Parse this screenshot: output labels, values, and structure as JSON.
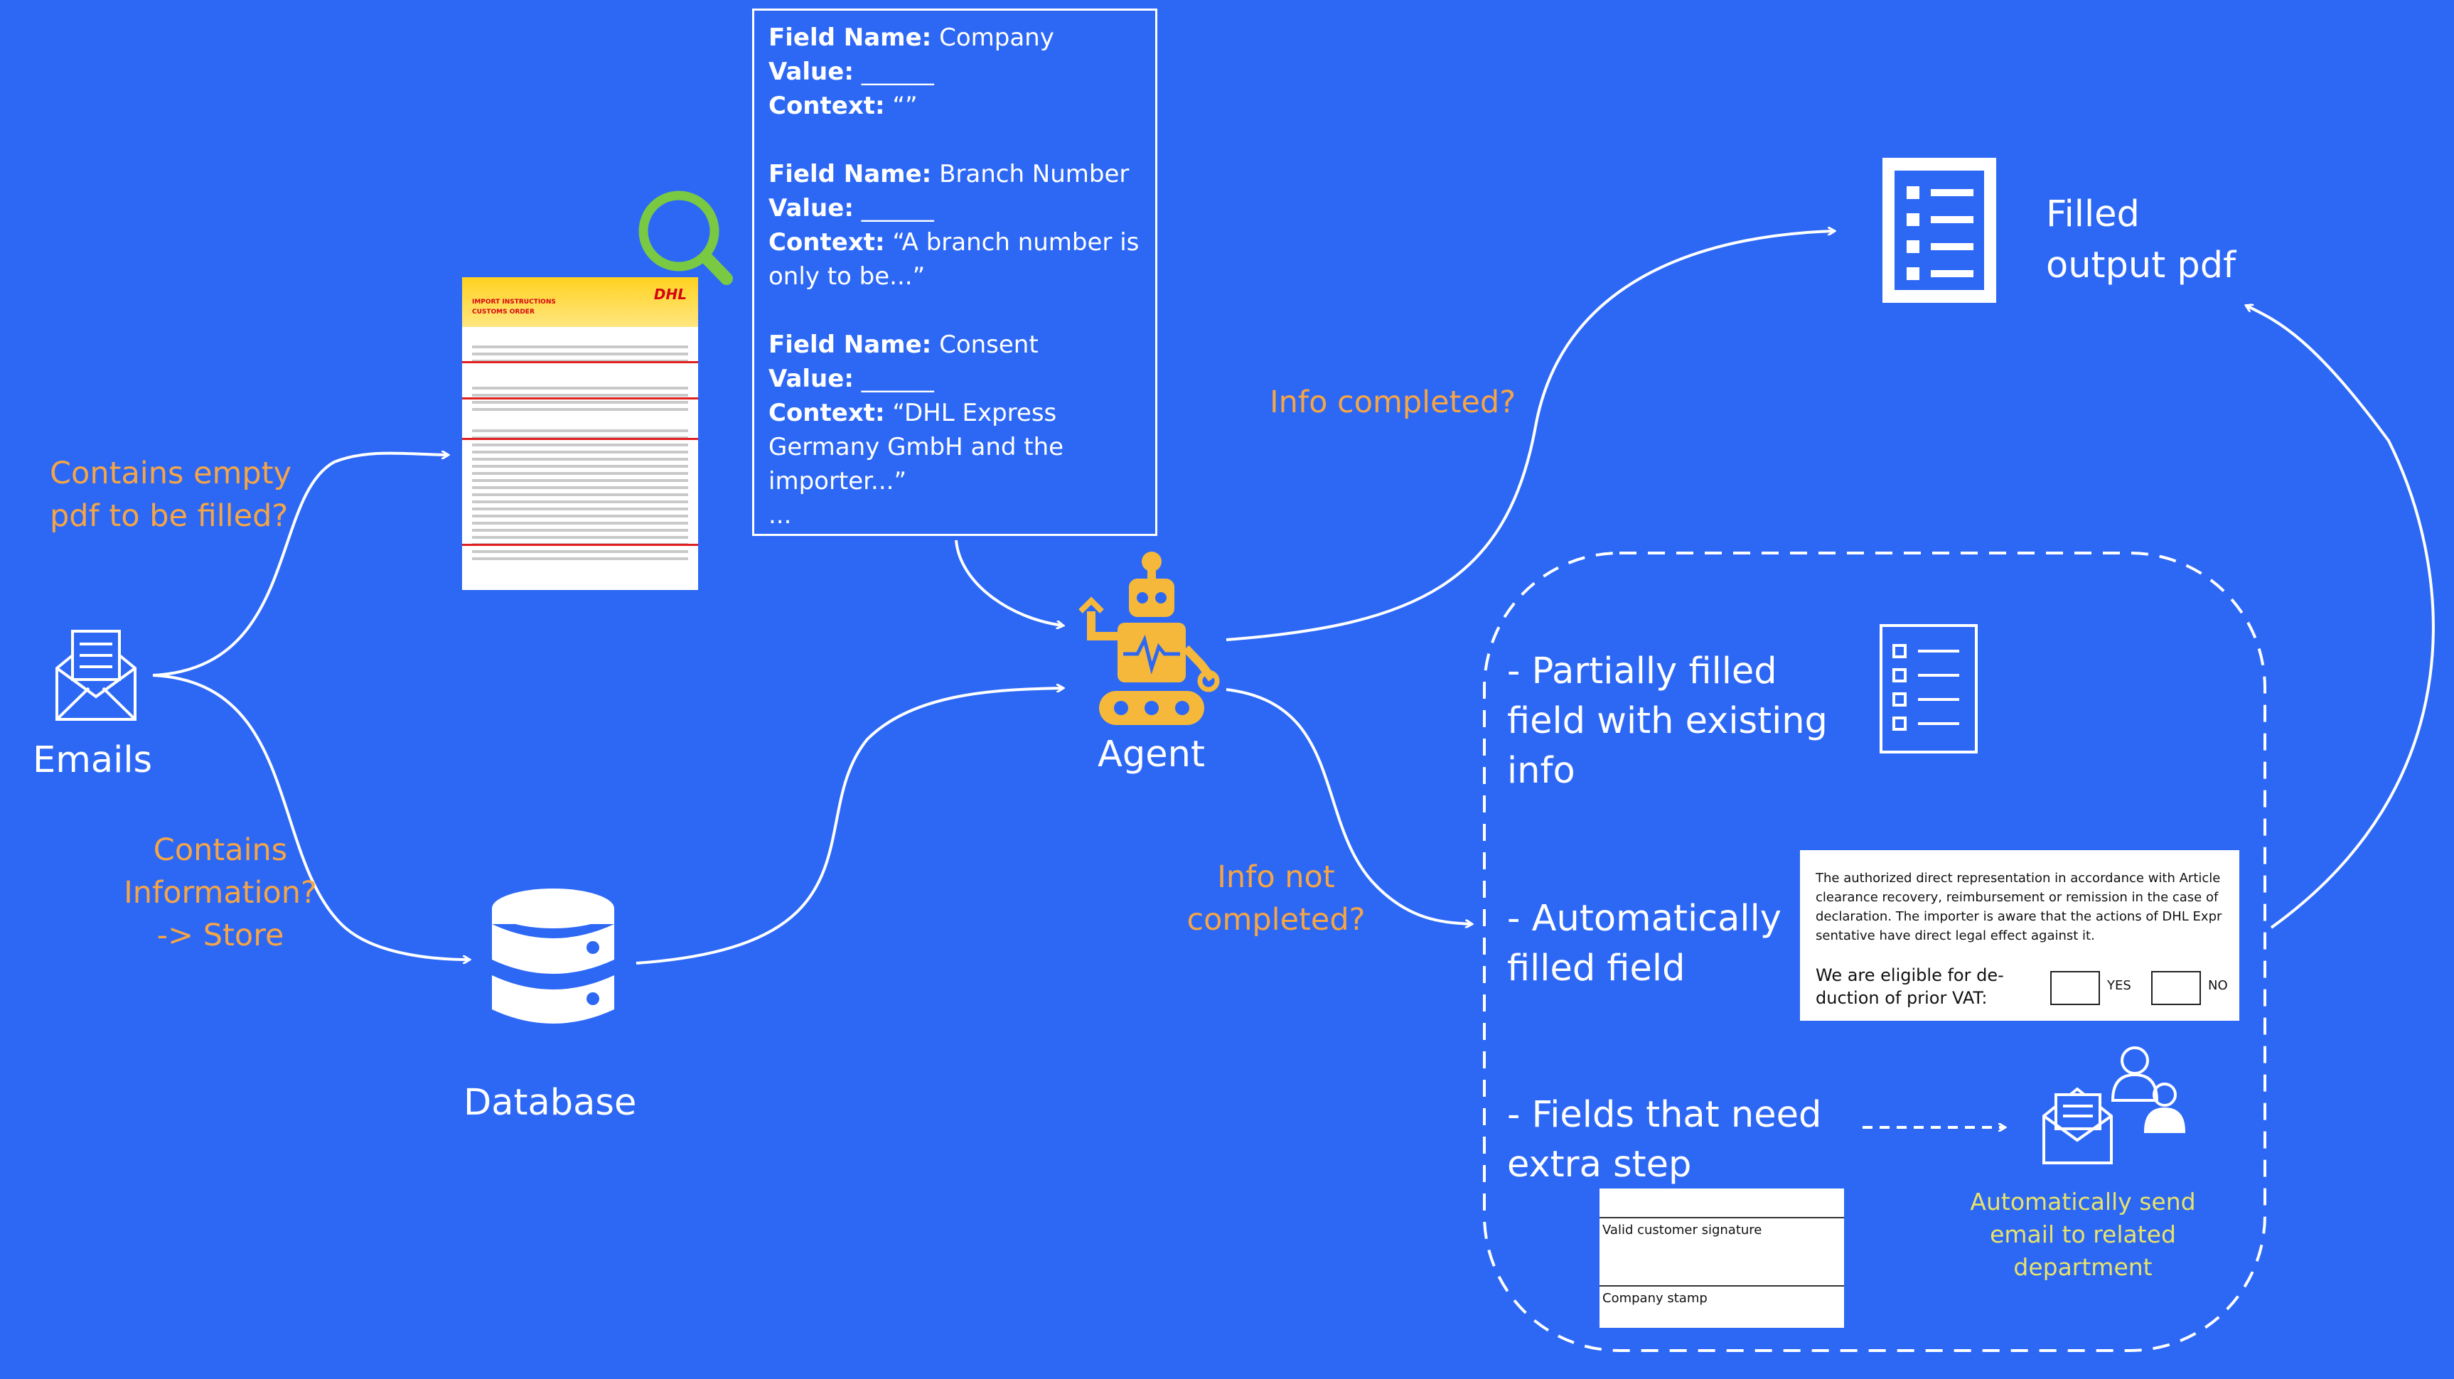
{
  "nodes": {
    "emails": "Emails",
    "database": "Database",
    "agent": "Agent",
    "output": "Filled\noutput pdf"
  },
  "questions": {
    "contains_pdf": "Contains empty\npdf to be filled?",
    "contains_info": "Contains\nInformation?\n-> Store",
    "info_completed": "Info completed?",
    "info_not_completed": "Info not\ncompleted?"
  },
  "field_card": {
    "fields": [
      {
        "name_label": "Field Name:",
        "name": " Company",
        "value_label": "Value:",
        "value": " ______",
        "context_label": "Context:",
        "context": " “”"
      },
      {
        "name_label": "Field Name:",
        "name": " Branch Number",
        "value_label": "Value:",
        "value": " ______",
        "context_label": "Context:",
        "context": " “A branch number is only to be...”"
      },
      {
        "name_label": "Field Name:",
        "name": " Consent",
        "value_label": "Value:",
        "value": " ______",
        "context_label": "Context:",
        "context": " “DHL Express Germany GmbH and the importer...”"
      }
    ],
    "ellipsis": "..."
  },
  "cases": {
    "partial": "- Partially filled\nfield with existing\ninfo",
    "automatic": "- Automatically\nfilled field",
    "extra": "- Fields that need\nextra step"
  },
  "snippet": {
    "text": "The authorized direct representation in accordance with Article clearance recovery, reimbursement or remission in the case of declaration. The importer is aware that the actions of DHL Expr sentative have direct legal effect against it.",
    "question": "We are eligible for de-\nduction of prior VAT:",
    "yes": "YES",
    "no": "NO"
  },
  "signature": {
    "row1": "Valid customer signature",
    "row2": "Company stamp"
  },
  "auto_email": "Automatically send\nemail to related\ndepartment",
  "form": {
    "title1": "IMPORT INSTRUCTIONS",
    "title2": "CUSTOMS ORDER",
    "logo": "DHL"
  },
  "colors": {
    "background": "#2d68f5",
    "question": "#f5a546",
    "agent": "#f5b83a",
    "auto_email": "#e8e36a",
    "search": "#7ac943"
  }
}
